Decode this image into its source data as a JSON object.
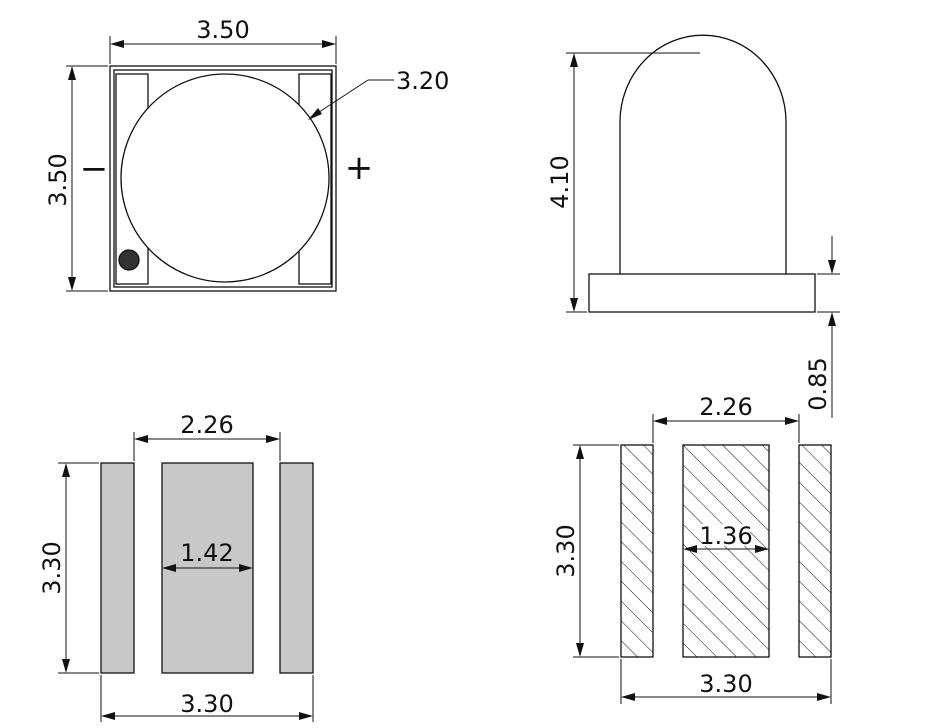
{
  "top_view": {
    "width_label": "3.50",
    "height_label": "3.50",
    "lens_diameter_label": "3.20",
    "minus_symbol": "−",
    "plus_symbol": "+"
  },
  "side_view": {
    "height_label": "4.10",
    "base_height_label": "0.85"
  },
  "bottom_pads": {
    "center_width_label": "2.26",
    "inner_width_label": "1.42",
    "height_label": "3.30",
    "total_width_label": "3.30"
  },
  "pcb_footprint": {
    "center_width_label": "2.26",
    "inner_width_label": "1.36",
    "height_label": "3.30",
    "total_width_label": "3.30"
  }
}
